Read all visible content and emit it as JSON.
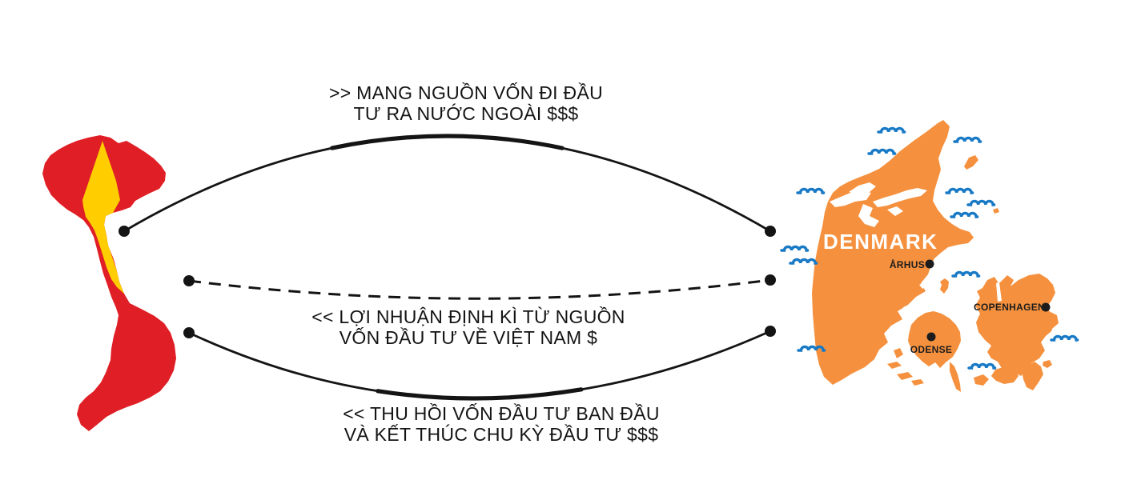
{
  "flows": {
    "outbound": {
      "line1": ">> MANG NGUỒN VỐN ĐI ĐẦU",
      "line2": "TƯ RA NƯỚC NGOÀI  $$$",
      "style": "solid-arc-up"
    },
    "profit": {
      "line1": "<< LỢI NHUẬN ĐỊNH KÌ TỪ NGUỒN",
      "line2": "VỐN ĐẦU TƯ VỀ VIỆT NAM $",
      "style": "dashed-line"
    },
    "recovery": {
      "line1": "<< THU HỒI VỐN ĐẦU TƯ BAN ĐẦU",
      "line2": "VÀ KẾT THÚC CHU KỲ ĐẦU TƯ $$$",
      "style": "solid-arc-down"
    }
  },
  "denmark": {
    "label": "DENMARK",
    "cities": [
      "ÅRHUS",
      "COPENHAGEN",
      "ODENSE"
    ],
    "wave_icon": "wave-icon"
  },
  "colors": {
    "vietnam_red": "#E01E25",
    "vietnam_yellow": "#FFCD00",
    "denmark_orange": "#F5913E",
    "wave_blue": "#1879C5",
    "line_black": "#141414",
    "denmark_label": "#FFFFFF"
  }
}
